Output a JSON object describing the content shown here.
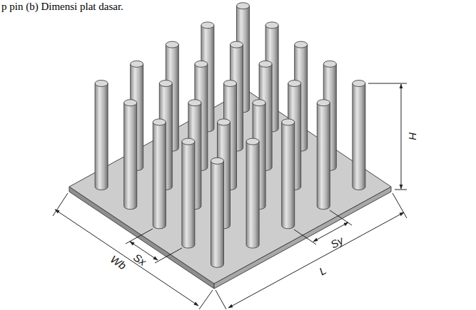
{
  "diagram": {
    "caption": "p pin (b) Dimensi plat dasar.",
    "labels": [
      "H",
      "Sy",
      "Sx",
      "Wb",
      "L"
    ]
  }
}
